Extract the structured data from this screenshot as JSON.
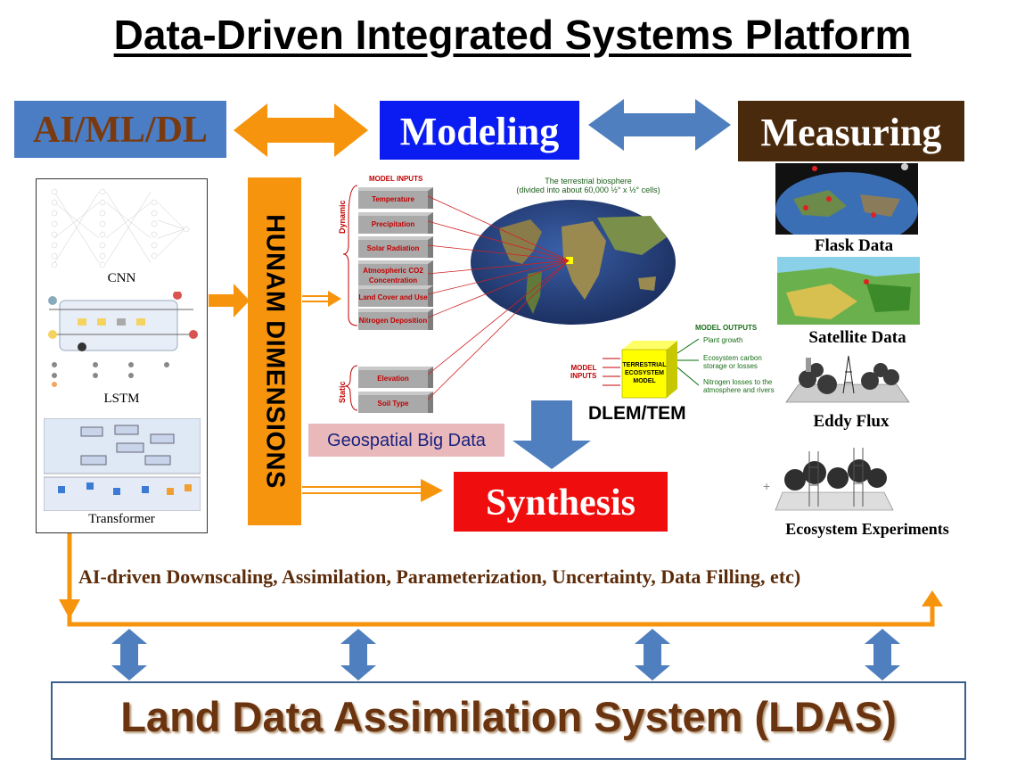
{
  "title": "Data-Driven Integrated Systems Platform",
  "top_boxes": {
    "ai": "AI/ML/DL",
    "modeling": "Modeling",
    "measuring": "Measuring"
  },
  "ai_panel": {
    "items": [
      "CNN",
      "LSTM",
      "Transformer"
    ]
  },
  "human_dimensions": "HUNAM DIMENSIONS",
  "model": {
    "inputs_title": "MODEL INPUTS",
    "dynamic_label": "Dynamic",
    "static_label": "Static",
    "dynamic_inputs": [
      "Temperature",
      "Precipitation",
      "Solar Radiation",
      "Atmospheric CO2 Concentration",
      "Land Cover and Use",
      "Nitrogen Deposition"
    ],
    "static_inputs": [
      "Elevation",
      "Soil Type"
    ],
    "globe_caption_1": "The terrestrial biosphere",
    "globe_caption_2": "(divided into about 60,000 ½° x ½° cells)",
    "eco_box": [
      "TERRESTRIAL",
      "ECOSYSTEM",
      "MODEL"
    ],
    "eco_inputs_label": [
      "MODEL",
      "INPUTS"
    ],
    "outputs_title": "MODEL OUTPUTS",
    "outputs": [
      "Plant growth",
      "Ecosystem carbon storage or losses",
      "Nitrogen losses to the atmosphere and rivers"
    ],
    "dlem": "DLEM/TEM"
  },
  "geospatial": "Geospatial Big Data",
  "synthesis": "Synthesis",
  "measuring_items": [
    "Flask Data",
    "Satellite Data",
    "Eddy Flux",
    "Ecosystem Experiments"
  ],
  "ai_driven_text": "AI-driven Downscaling, Assimilation, Parameterization, Uncertainty, Data Filling, etc)",
  "ldas": "Land Data Assimilation System (LDAS)",
  "colors": {
    "orange": "#f7940d",
    "blue_arrow": "#4f7fbe",
    "synthesis_red": "#f00d0d",
    "modeling_blue": "#0a1cf2",
    "measuring_brown": "#4a2a0c"
  }
}
